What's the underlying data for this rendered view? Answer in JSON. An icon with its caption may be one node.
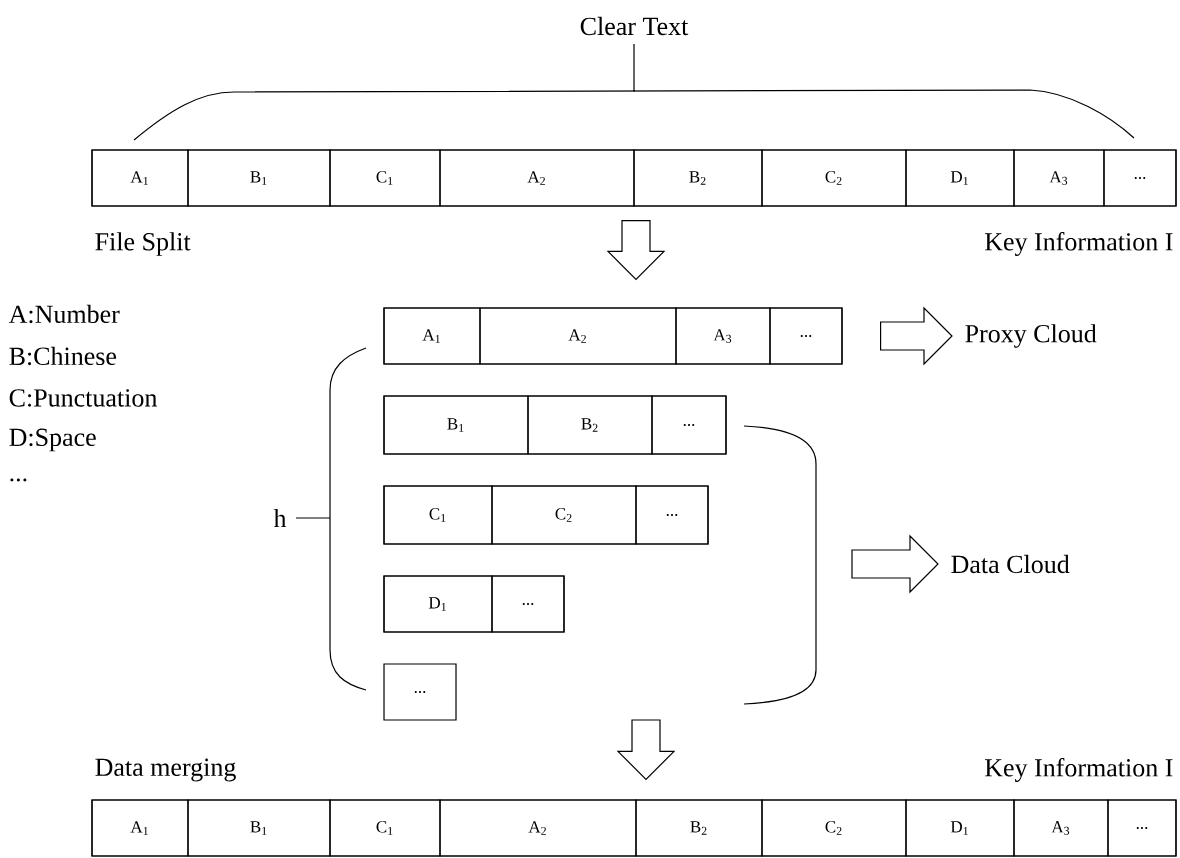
{
  "diagram": {
    "nodes": [
      {
        "text": [],
        "shape": "bar"
      },
      {
        "text": [
          "A$_{1}$"
        ],
        "in": 0
      },
      {
        "text": [
          "B$_{1}$"
        ],
        "in": 0
      },
      {
        "text": [
          "C$_{1}$"
        ],
        "in": 0
      },
      {
        "text": [
          "A$_{2}$"
        ],
        "in": 0
      },
      {
        "text": [
          "B$_{2}$"
        ],
        "in": 0
      },
      {
        "text": [
          "C$_{2}$"
        ],
        "in": 0
      },
      {
        "text": [
          "D$_{1}$"
        ],
        "in": 0
      },
      {
        "text": [
          "A$_{3}$"
        ],
        "in": 0
      },
      {
        "text": [
          "..."
        ],
        "in": 0
      },
      {
        "text": [],
        "shape": "bar"
      },
      {
        "text": [
          "A$_{1}$"
        ],
        "in": 10
      },
      {
        "text": [
          "A$_{2}$"
        ],
        "in": 10
      },
      {
        "text": [
          "A$_{3}$"
        ],
        "in": 10
      },
      {
        "text": [
          "..."
        ],
        "in": 10
      },
      {
        "text": [
          "Proxy Cloud"
        ]
      },
      {
        "text": [],
        "shape": "bar"
      },
      {
        "text": [
          "B$_{1}$"
        ],
        "in": 16
      },
      {
        "text": [
          "B$_{2}$"
        ],
        "in": 16
      },
      {
        "text": [
          "..."
        ],
        "in": 16
      },
      {
        "text": [],
        "shape": "bar"
      },
      {
        "text": [
          "C$_{1}$"
        ],
        "in": 20
      },
      {
        "text": [
          "C$_{2}$"
        ],
        "in": 20
      },
      {
        "text": [
          "..."
        ],
        "in": 20
      },
      {
        "text": [
          "Data Cloud"
        ]
      },
      {
        "text": [],
        "shape": "bar"
      },
      {
        "text": [
          "D$_{1}$"
        ],
        "in": 25
      },
      {
        "text": [
          "..."
        ],
        "in": 25
      },
      {
        "text": [
          "..."
        ]
      },
      {
        "text": [],
        "shape": "bar"
      },
      {
        "text": [
          "A$_{1}$"
        ],
        "in": 29
      },
      {
        "text": [
          "B$_{1}$"
        ],
        "in": 29
      },
      {
        "text": [
          "C$_{1}$"
        ],
        "in": 29
      },
      {
        "text": [
          "A$_{2}$"
        ],
        "in": 29
      },
      {
        "text": [
          "B$_{2}$"
        ],
        "in": 29
      },
      {
        "text": [
          "C$_{2}$"
        ],
        "in": 29
      },
      {
        "text": [
          "D$_{1}$"
        ],
        "in": 29
      },
      {
        "text": [
          "A$_{3}$"
        ],
        "in": 29
      },
      {
        "text": [
          "..."
        ],
        "in": 29
      }
    ],
    "edges": [
      {
        "from": 0,
        "to": 10,
        "arrow": "to"
      },
      {
        "from": 10,
        "to": 15,
        "arrow": "to"
      },
      {
        "from": null,
        "to": 24,
        "arrow": "to"
      },
      {
        "from": null,
        "to": 29,
        "arrow": "to"
      }
    ],
    "labels": [
      "Clear Text",
      "File Split",
      "Key Information I",
      "A:Number",
      "B:Chinese",
      "C:Punctuation",
      "D:Space",
      "...",
      "h",
      "Data merging",
      "Key Information I"
    ]
  }
}
